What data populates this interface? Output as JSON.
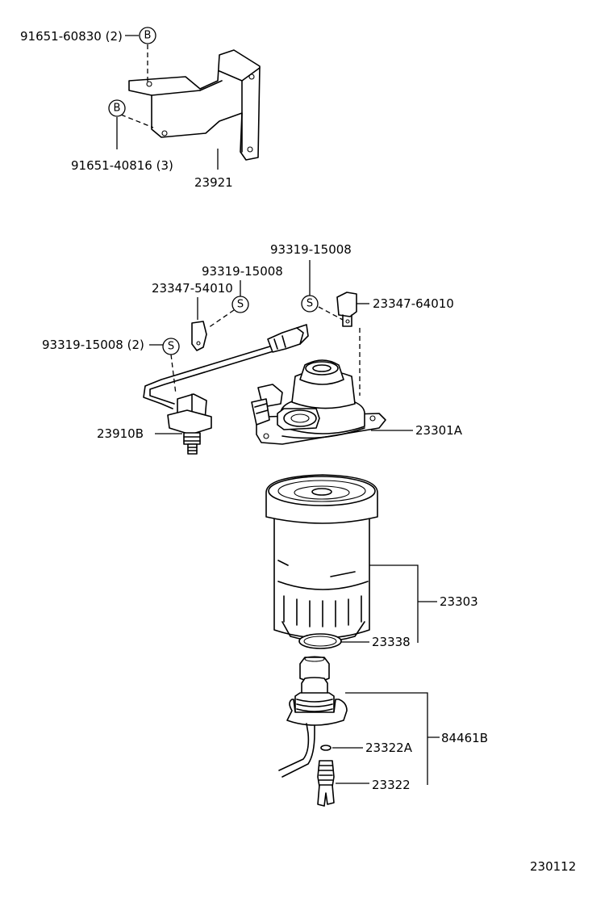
{
  "parts": {
    "bolt_upper": "91651-60830 (2)",
    "bolt_lower": "91651-40816 (3)",
    "bracket": "23921",
    "screw_top": "93319-15008",
    "screw_mid": "93319-15008",
    "clamp_left": "23347-54010",
    "clamp_right": "23347-64010",
    "screw_left": "93319-15008 (2)",
    "sensor_switch": "23910B",
    "filter_head": "23301A",
    "filter_element": "23303",
    "gasket": "23338",
    "sensor_assy": "84461B",
    "o_ring": "23322A",
    "sensor": "23322"
  },
  "badges": {
    "bolt_mark": "B",
    "screw_mark": "S"
  },
  "diagram_number": "230112"
}
